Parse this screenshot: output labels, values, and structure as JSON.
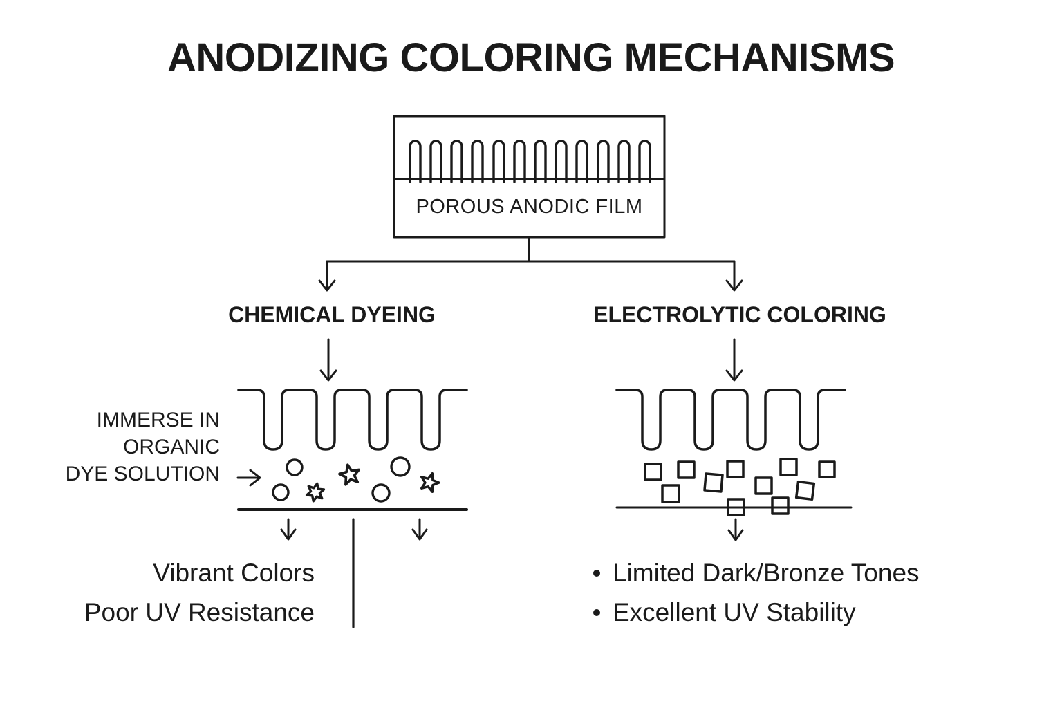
{
  "title": "ANODIZING COLORING MECHANISMS",
  "film_box": {
    "label": "POROUS ANODIC FILM"
  },
  "left_branch": {
    "heading": "CHEMICAL DYEING",
    "process_label_lines": [
      "IMMERSE IN",
      "ORGANIC",
      "DYE SOLUTION"
    ],
    "outcomes": [
      "Vibrant Colors",
      "Poor UV Resistance"
    ]
  },
  "right_branch": {
    "heading": "ELECTROLYTIC COLORING",
    "outcomes": [
      "Limited Dark/Bronze Tones",
      "Excellent UV Stability"
    ]
  },
  "icons": {
    "porous-film-icon": "rectangle with 12 rounded pore channels",
    "pore-surface-icon": "comb profile with 4 rounded pore channels",
    "dye-molecule-circle-icon": "outlined circle",
    "dye-molecule-star-icon": "outlined star",
    "metal-particle-square-icon": "outlined square",
    "arrow-down-icon": "thin line arrow with chevron head",
    "arrow-right-icon": "thin line arrow with chevron head",
    "bullet-dot-icon": "filled black dot"
  },
  "colors": {
    "ink": "#1a1a1a",
    "background": "#ffffff"
  }
}
